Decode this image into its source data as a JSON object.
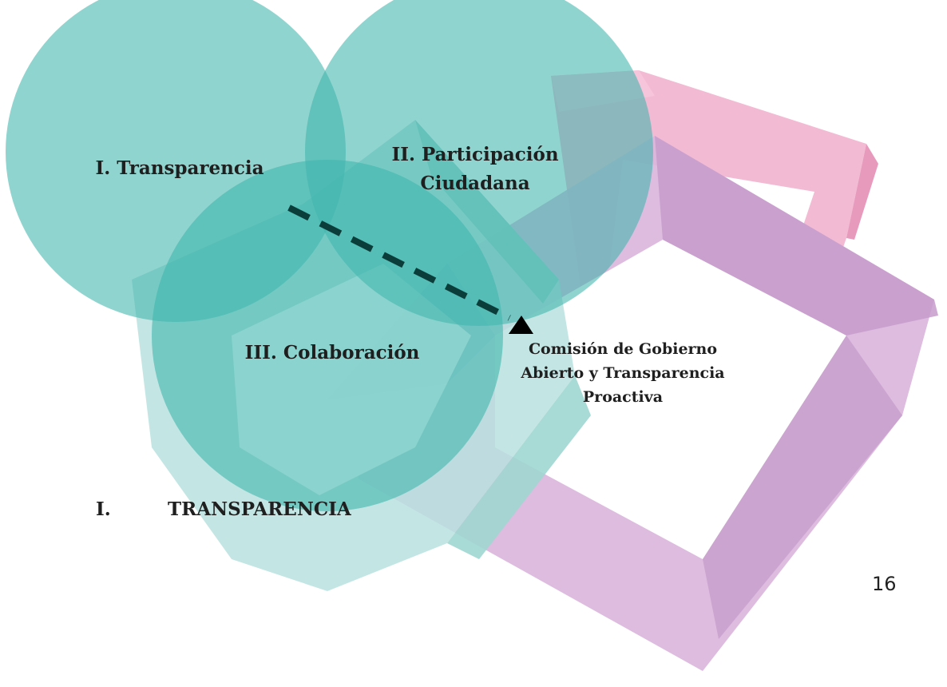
{
  "diagram": {
    "circles": [
      {
        "label": "I. Transparencia"
      },
      {
        "label": "II. Participación Ciudadana"
      },
      {
        "label": "III. Colaboración"
      }
    ],
    "arrow_target_label": "Comisión de Gobierno Abierto y Transparencia Proactiva",
    "colors": {
      "circle": "#3fb5ad",
      "pink_frame": "#f4a6c8",
      "purple_frame": "#cda6d3",
      "teal_frame": "#a8dcd8",
      "arrow": "#0b3d3a"
    }
  },
  "section": {
    "number": "I.",
    "title": "TRANSPARENCIA"
  },
  "page_number": "16"
}
